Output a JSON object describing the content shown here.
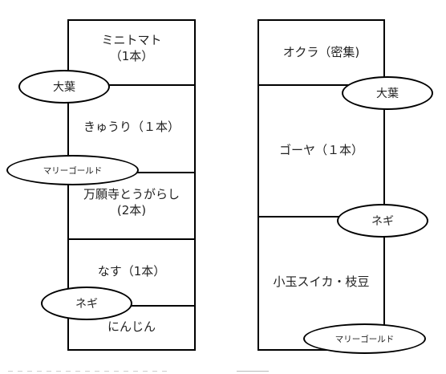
{
  "left_bed": {
    "sections": [
      {
        "line1": "ミニトマト",
        "line2": "（1本）"
      },
      {
        "line1": "きゅうり（１本）",
        "line2": ""
      },
      {
        "line1": "万願寺とうがらし",
        "line2": "(2本)"
      },
      {
        "line1": "なす（1本）",
        "line2": ""
      },
      {
        "line1": "にんじん",
        "line2": ""
      }
    ],
    "companions": [
      "大葉",
      "マリーゴールド",
      "ネギ"
    ]
  },
  "right_bed": {
    "sections": [
      {
        "line1": "オクラ（密集)",
        "line2": ""
      },
      {
        "line1": "ゴーヤ（１本）",
        "line2": ""
      },
      {
        "line1": "小玉スイカ・枝豆",
        "line2": ""
      }
    ],
    "companions": [
      "大葉",
      "ネギ",
      "マリーゴールド"
    ]
  }
}
